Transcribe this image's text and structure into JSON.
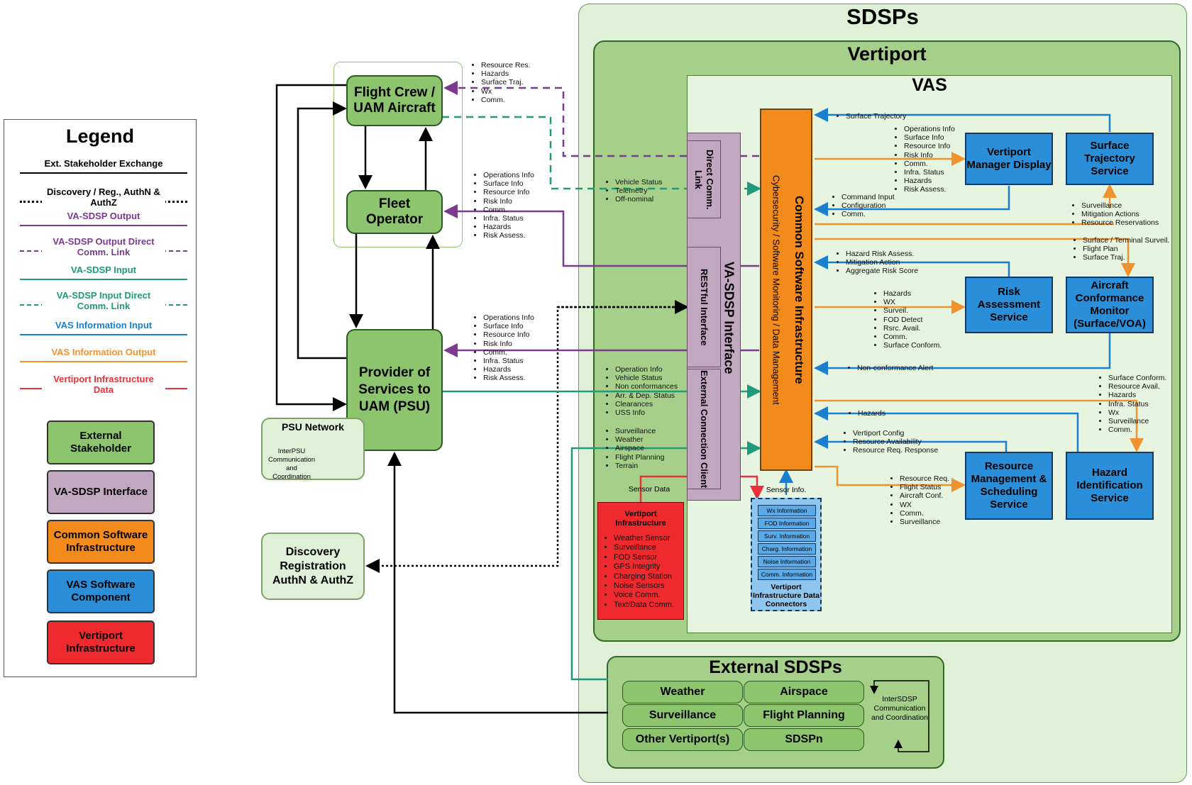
{
  "legend": {
    "title": "Legend",
    "lines": [
      {
        "label": "Ext. Stakeholder Exchange",
        "color": "#000000",
        "style": "solid"
      },
      {
        "label": "Discovery / Reg., AuthN & AuthZ",
        "color": "#000000",
        "style": "dotted"
      },
      {
        "label": "VA-SDSP Output",
        "color": "#7a3b8f",
        "style": "solid"
      },
      {
        "label": "VA-SDSP Output Direct Comm. Link",
        "color": "#7a3b8f",
        "style": "dashed"
      },
      {
        "label": "VA-SDSP Input",
        "color": "#1f9a7a",
        "style": "solid"
      },
      {
        "label": "VA-SDSP Input Direct Comm. Link",
        "color": "#1f9a7a",
        "style": "dashed"
      },
      {
        "label": "VAS Information Input",
        "color": "#1a7fcf",
        "style": "solid"
      },
      {
        "label": "VAS Information Output",
        "color": "#f0922e",
        "style": "solid"
      },
      {
        "label": "Vertiport Infrastructure Data",
        "color": "#e8313a",
        "style": "solid"
      }
    ],
    "boxes": [
      {
        "label": "External Stakeholder",
        "color": "#8dc46e"
      },
      {
        "label": "VA-SDSP Interface",
        "color": "#c2a7c0"
      },
      {
        "label": "Common Software Infrastructure",
        "color": "#f28a1c"
      },
      {
        "label": "VAS Software Component",
        "color": "#2a8fd8"
      },
      {
        "label": "Vertiport Infrastructure",
        "color": "#ee2a2f"
      }
    ]
  },
  "titles": {
    "sdsps": "SDSPs",
    "vertiport": "Vertiport",
    "vas": "VAS",
    "external": "External SDSPs"
  },
  "stakeholders": {
    "flight_crew": "Flight Crew / UAM Aircraft",
    "fleet": "Fleet Operator",
    "psu": "Provider of Services to UAM (PSU)",
    "psu_network": "PSU Network",
    "psu_network_note": "InterPSU Communication and Coordination",
    "discovery": "Discovery Registration AuthN & AuthZ"
  },
  "lists": {
    "flight_crew_in": [
      "Resource Res.",
      "Hazards",
      "Surface Traj.",
      "Wx",
      "Comm."
    ],
    "fleet_in": [
      "Operations Info",
      "Surface Info",
      "Resource Info",
      "Risk Info",
      "Comm.",
      "Infra. Status",
      "Hazards",
      "Risk Assess."
    ],
    "psu_in": [
      "Operations Info",
      "Surface Info",
      "Resource Info",
      "Risk Info",
      "Comm.",
      "Infra. Status",
      "Hazards",
      "Risk Assess."
    ],
    "direct_link": [
      "Vehicle Status",
      "Telemetry",
      "Off-nominal"
    ],
    "psu_out": [
      "Operation Info",
      "Vehicle Status",
      "Non conformances",
      "Arr. & Dep. Status",
      "Clearances",
      "USS Info"
    ],
    "ext_sdsp_out": [
      "Surveillance",
      "Weather",
      "Airspace",
      "Flight Planning",
      "Terrain"
    ],
    "vmd_in": [
      "Operations Info",
      "Surface Info",
      "Resource Info",
      "Risk Info",
      "Comm.",
      "Infra. Status",
      "Hazards",
      "Risk Assess."
    ],
    "vmd_out": [
      "Command Input",
      "Configuration",
      "Comm."
    ],
    "sts_in": [
      "Surveillance",
      "Mitigation Actions",
      "Resource Reservations"
    ],
    "acm_in": [
      "Surface / Terminal Surveil.",
      "Flight Plan",
      "Surface Traj."
    ],
    "ras_out": [
      "Hazard Risk Assess.",
      "Mitigation Action",
      "Aggregate Risk Score"
    ],
    "ras_in": [
      "Hazards",
      "WX",
      "Surveil.",
      "FOD Detect",
      "Rsrc. Avail.",
      "Comm.",
      "Surface Conform."
    ],
    "his_in": [
      "Surface Conform.",
      "Resource Avail.",
      "Hazards",
      "Infra. Status",
      "Wx",
      "Surveillance",
      "Comm."
    ],
    "rms_out": [
      "Vertiport Config",
      "Resource Availability",
      "Resource Req. Response"
    ],
    "rms_in": [
      "Resource Req.",
      "Flight Status",
      "Aircraft Conf.",
      "WX",
      "Comm.",
      "Surveillance"
    ],
    "vi_items": [
      "Weather Sensor",
      "Surveillance",
      "FOD Sensor",
      "GPS Integrity",
      "Charging Station",
      "Noise Sensors",
      "Voice Comm.",
      "Text/Data Comm."
    ]
  },
  "labels": {
    "surface_trajectory": "Surface Trajectory",
    "non_conformance": "Non-conformance Alert",
    "hazards": "Hazards",
    "sensor_data": "Sensor Data",
    "sensor_info": "Sensor Info."
  },
  "vasdsp": {
    "main": "VA-SDSP Interface",
    "direct": "Direct Comm. Link",
    "restful": "RESTful Interface",
    "external": "External Connection Client"
  },
  "csi": {
    "title": "Common Software Infrastructure",
    "subtitle": "Cybersecurity / Software Monitoring / Data Management"
  },
  "services": {
    "vmd": "Vertiport Manager Display",
    "sts": "Surface Trajectory Service",
    "ras": "Risk Assessment Service",
    "acm": "Aircraft Conformance Monitor (Surface/VOA)",
    "rms": "Resource Management & Scheduling Service",
    "his": "Hazard Identification Service"
  },
  "vi": {
    "title": "Vertiport Infrastructure"
  },
  "connectors": {
    "rows": [
      "Wx Information",
      "FOD Information",
      "Surv. Information",
      "Charg. Information",
      "Noise Information",
      "Comm. Information"
    ],
    "title": "Vertiport Infrastructure Data Connectors"
  },
  "external_sdsps": {
    "cells": [
      "Weather",
      "Airspace",
      "Surveillance",
      "Flight Planning",
      "Other Vertiport(s)",
      "SDSPn"
    ],
    "note": "InterSDSP Communication and Coordination"
  },
  "colors": {
    "purple": "#7a3b8f",
    "teal": "#1f9a7a",
    "blue": "#1a7fcf",
    "orange": "#f0922e",
    "red": "#e8313a"
  }
}
